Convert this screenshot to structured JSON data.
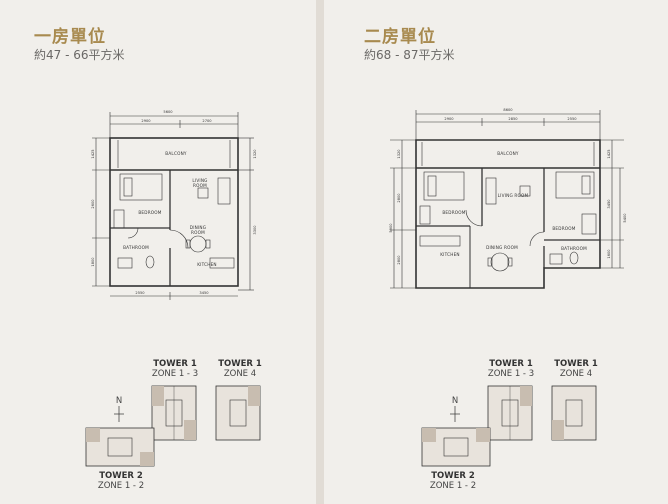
{
  "left": {
    "title": "一房單位",
    "subtitle": "約47 - 66平方米",
    "plan": {
      "dims_top": [
        "5600",
        "2900",
        "2700"
      ],
      "dims_bottom": [
        "2550",
        "3450"
      ],
      "dims_left": [
        "1425",
        "2600",
        "1800"
      ],
      "dims_right": [
        "1320",
        "3300"
      ],
      "rooms": [
        "BALCONY",
        "LIVING",
        "ROOM",
        "BEDROOM",
        "DINING",
        "ROOM",
        "BATHROOM",
        "KITCHEN"
      ]
    },
    "keyplan": {
      "north": "N",
      "tower1a_name": "TOWER 1",
      "tower1a_zone": "ZONE 1 - 3",
      "tower1b_name": "TOWER 1",
      "tower1b_zone": "ZONE 4",
      "tower2_name": "TOWER 2",
      "tower2_zone": "ZONE 1 - 2"
    }
  },
  "right": {
    "title": "二房單位",
    "subtitle": "約68 - 87平方米",
    "plan": {
      "dims_top": [
        "8600",
        "2900",
        "2850",
        "2550"
      ],
      "dims_left": [
        "1320",
        "2800",
        "5900",
        "2800"
      ],
      "dims_right": [
        "1425",
        "3450",
        "5400",
        "1600"
      ],
      "rooms": [
        "BALCONY",
        "LIVING ROOM",
        "BEDROOM",
        "BEDROOM",
        "DINING ROOM",
        "KITCHEN",
        "BATHROOM"
      ]
    },
    "keyplan": {
      "north": "N",
      "tower1a_name": "TOWER 1",
      "tower1a_zone": "ZONE 1 - 3",
      "tower1b_name": "TOWER 1",
      "tower1b_zone": "ZONE 4",
      "tower2_name": "TOWER 2",
      "tower2_zone": "ZONE 1 - 2"
    }
  }
}
